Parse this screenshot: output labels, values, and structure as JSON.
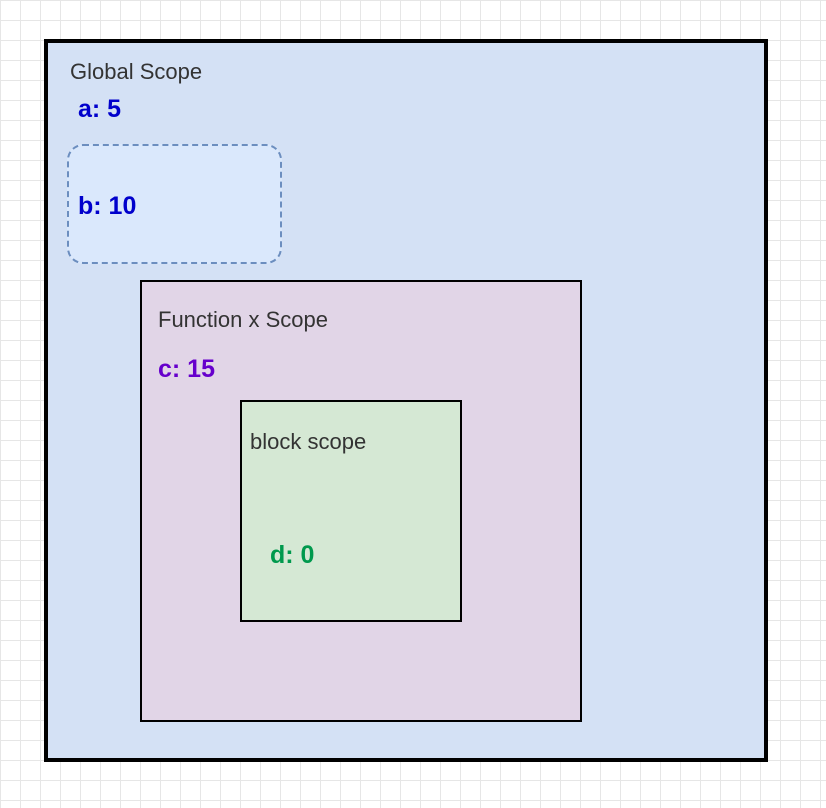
{
  "scopes": {
    "global": {
      "title": "Global Scope",
      "fill": "#d4e1f5",
      "border": "#000000"
    },
    "function": {
      "title": "Function x Scope",
      "fill": "#e1d5e7",
      "border": "#000000"
    },
    "block": {
      "title": "block scope",
      "fill": "#d5e8d4",
      "border": "#000000"
    }
  },
  "variables": {
    "a": {
      "text": "a: 5",
      "color": "#0000cc"
    },
    "b": {
      "text": "b: 10",
      "color": "#0000cc",
      "fill": "#dae8fc",
      "border": "#6c8ebf"
    },
    "c": {
      "text": "c: 15",
      "color": "#6600cc"
    },
    "d": {
      "text": "d: 0",
      "color": "#00994d"
    }
  }
}
